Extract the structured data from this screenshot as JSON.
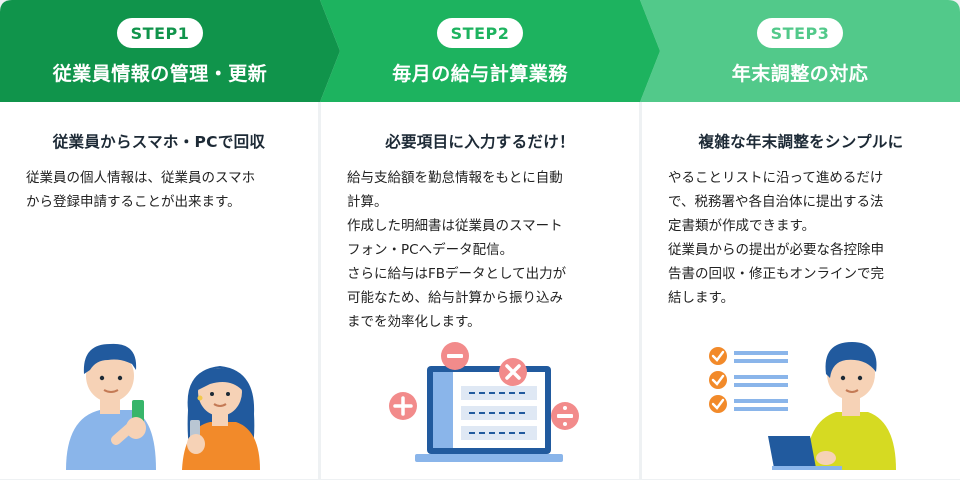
{
  "colors": {
    "step1": "#10944b",
    "step2": "#1db35f",
    "step3": "#52c98a",
    "title_dark": "#1d2a36"
  },
  "steps": [
    {
      "label": "STEP1",
      "title": "従業員情報の管理・更新",
      "subtitle": "従業員からスマホ・PCで回収",
      "lines": [
        "従業員の個人情報は、従業員のスマホ",
        "から登録申請することが出来ます。"
      ]
    },
    {
      "label": "STEP2",
      "title": "毎月の給与計算業務",
      "subtitle": "必要項目に入力するだけ！",
      "lines": [
        "給与支給額を勤怠情報をもとに自動",
        "計算。",
        "作成した明細書は従業員のスマート",
        "フォン・PCへデータ配信。",
        "さらに給与はFBデータとして出力が",
        "可能なため、給与計算から振り込み",
        "までを効率化します。"
      ]
    },
    {
      "label": "STEP3",
      "title": "年末調整の対応",
      "subtitle": "複雑な年末調整をシンプルに",
      "lines": [
        "やることリストに沿って進めるだけ",
        "で、税務署や各自治体に提出する法",
        "定書類が作成できます。",
        "従業員からの提出が必要な各控除申",
        "告書の回収・修正もオンラインで完",
        "結します。"
      ]
    }
  ],
  "icons": {
    "step1_illustration": "two-people-with-smartphones-illustration",
    "step2_illustration": "laptop-with-math-operators-illustration",
    "step3_illustration": "person-with-checklist-and-laptop-illustration"
  }
}
